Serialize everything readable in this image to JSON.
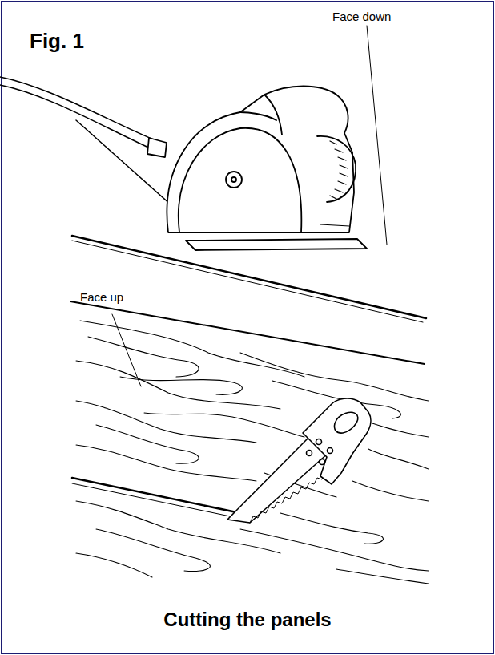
{
  "diagram": {
    "title": "Fig. 1",
    "caption": "Cutting the panels",
    "labels": [
      "Face down",
      "Face up"
    ]
  }
}
